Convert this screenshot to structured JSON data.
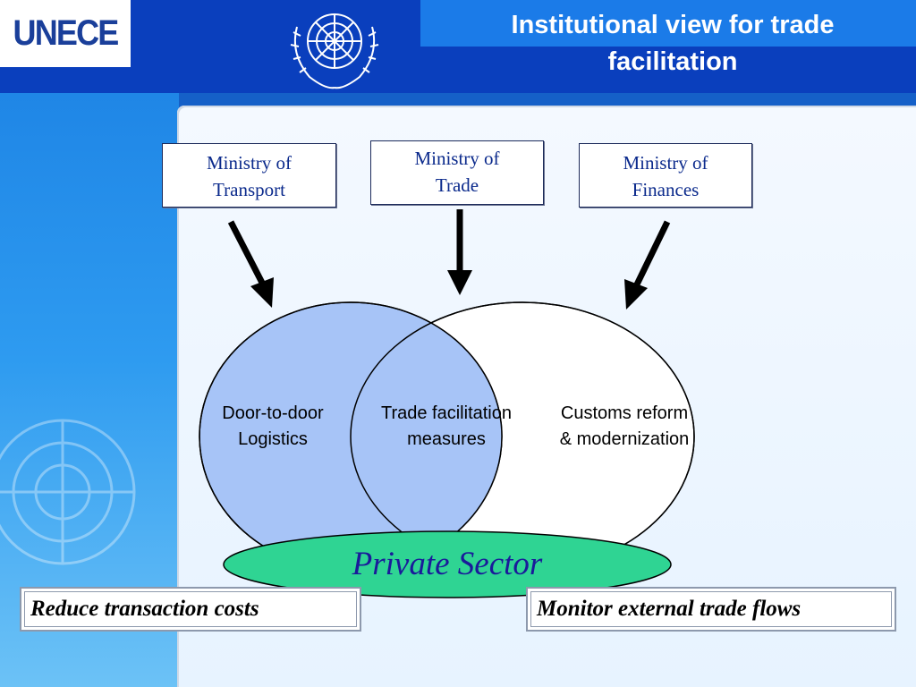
{
  "header": {
    "logo_text": "UNECE",
    "emblem_icon": "un-emblem-icon",
    "title_line1": "Institutional view for trade",
    "title_line2": "facilitation"
  },
  "ministries": [
    {
      "line1": "Ministry of",
      "line2": "Transport"
    },
    {
      "line1": "Ministry of",
      "line2": "Trade"
    },
    {
      "line1": "Ministry of",
      "line2": "Finances"
    }
  ],
  "venn": {
    "left_line1": "Door-to-door",
    "left_line2": "Logistics",
    "center_line1": "Trade facilitation",
    "center_line2": "measures",
    "right_line1": "Customs reform",
    "right_line2": "& modernization"
  },
  "private_sector": "Private Sector",
  "goals": {
    "left": "Reduce transaction costs",
    "right": "Monitor external trade flows"
  },
  "colors": {
    "header_blue": "#0a3fbd",
    "title_blue": "#1b7be8",
    "left_circle": "#a7c4f7",
    "overlap": "#a7c4f7",
    "private_fill": "#2fd493",
    "ministry_text": "#0b2a8c"
  }
}
